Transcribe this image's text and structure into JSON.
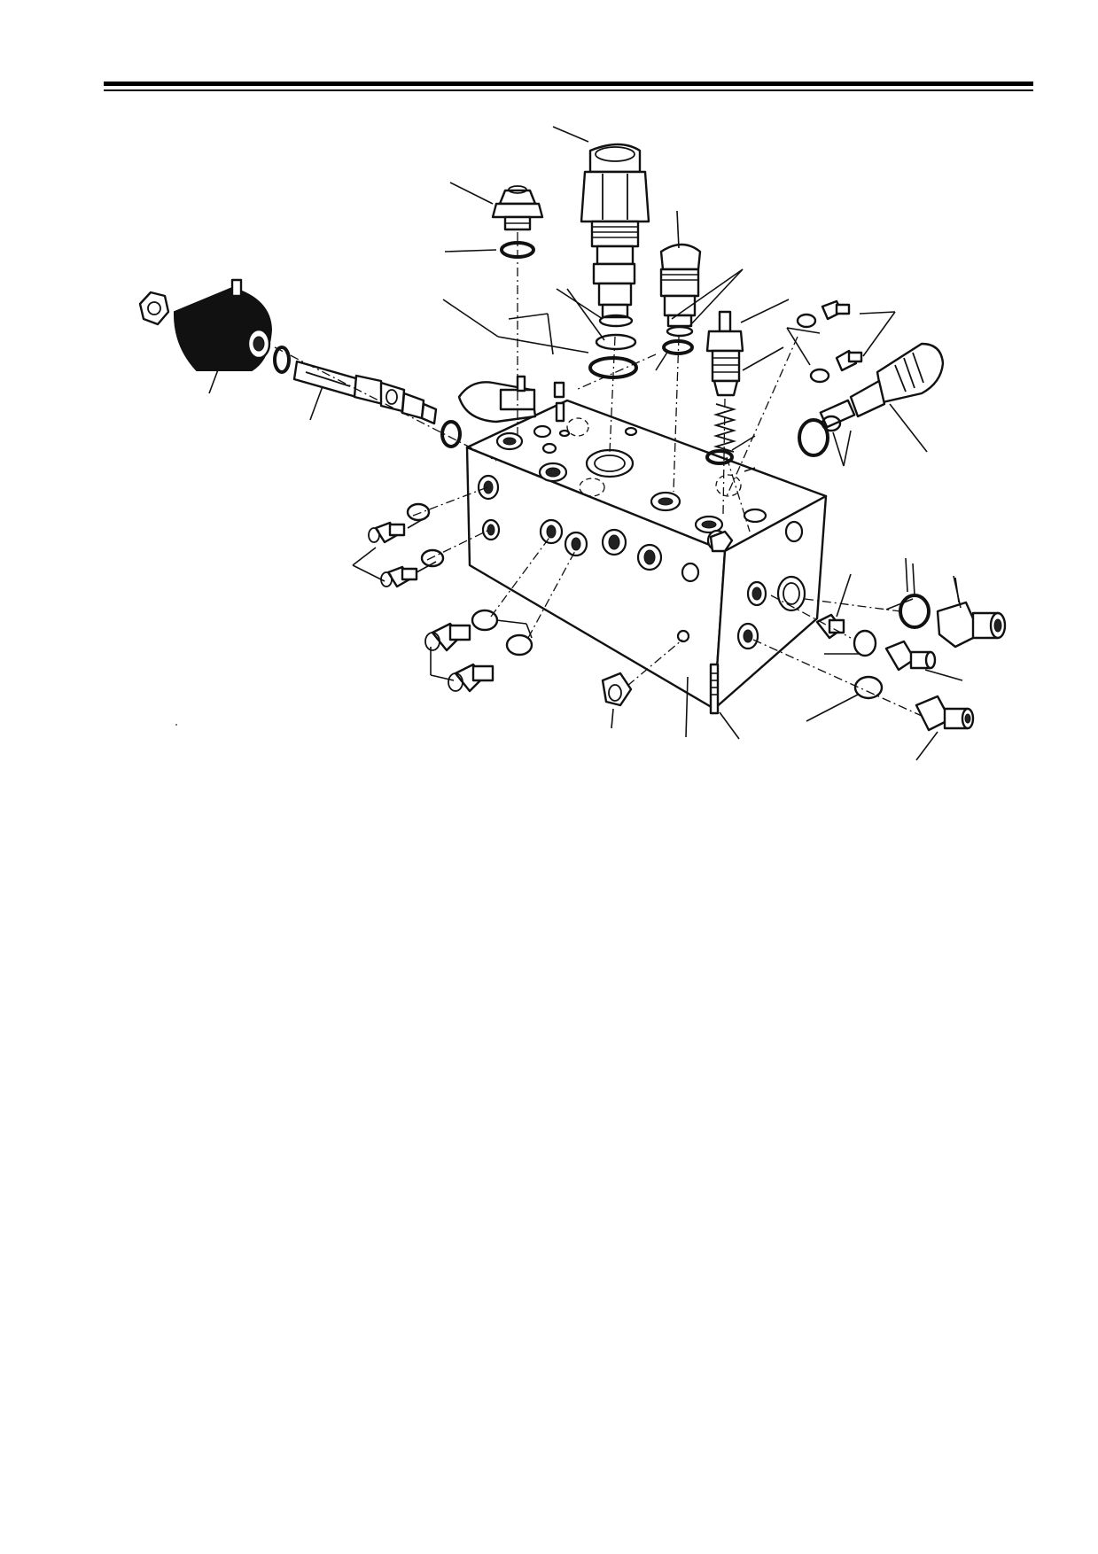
{
  "document": {
    "header": {
      "rules": [
        "thick",
        "thin"
      ]
    },
    "figure": {
      "type": "exploded-parts-diagram",
      "callout_labels": []
    }
  }
}
